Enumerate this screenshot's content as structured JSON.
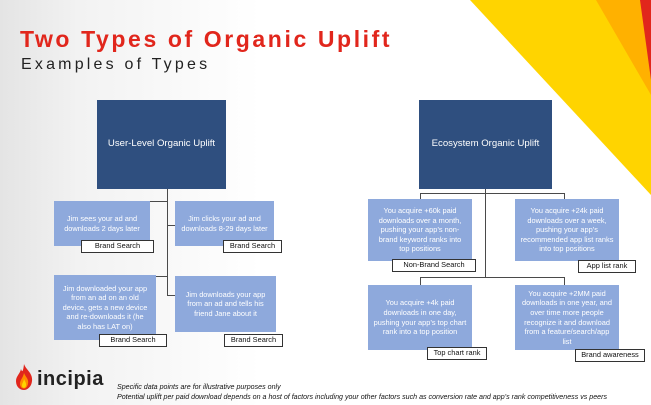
{
  "title": "Two Types of Organic Uplift",
  "subtitle": "Examples of Types",
  "colors": {
    "accent_red": "#e1261c",
    "accent_yellow": "#ffd400",
    "head_box": "#2f4f7f",
    "leaf_box": "#8ea9dc"
  },
  "left_tree": {
    "head": "User-Level Organic Uplift",
    "leaves": [
      {
        "text": "Jim sees your ad and downloads 2 days later",
        "tag": "Brand Search"
      },
      {
        "text": "Jim clicks your ad and downloads 8-29 days later",
        "tag": "Brand Search"
      },
      {
        "text": "Jim downloaded your app from an ad on an old device, gets a new device and re-downloads it (he also has LAT on)",
        "tag": "Brand Search"
      },
      {
        "text": "Jim downloads your app from an ad and tells his friend Jane about it",
        "tag": "Brand Search"
      }
    ]
  },
  "right_tree": {
    "head": "Ecosystem Organic Uplift",
    "leaves": [
      {
        "text": "You acquire +60k paid downloads over a month, pushing your app’s non-brand keyword ranks into top positions",
        "tag": "Non-Brand Search"
      },
      {
        "text": "You acquire +24k paid downloads over a week, pushing your app’s recommended app list ranks into top positions",
        "tag": "App list rank"
      },
      {
        "text": "You acquire +4k paid downloads in one day, pushing your app’s top chart rank into a top position",
        "tag": "Top chart rank"
      },
      {
        "text": "You acquire +2MM paid downloads in one year, and over time more people recognize it and download from a feature/search/app list",
        "tag": "Brand awareness"
      }
    ]
  },
  "logo": {
    "text": "incipia",
    "icon": "flame-logo-icon"
  },
  "footer": {
    "line1": "Specific data points are for illustrative purposes only",
    "line2": "Potential uplift per paid download depends on a host of factors including your other factors such as conversion rate and app’s rank competitiveness vs peers"
  }
}
